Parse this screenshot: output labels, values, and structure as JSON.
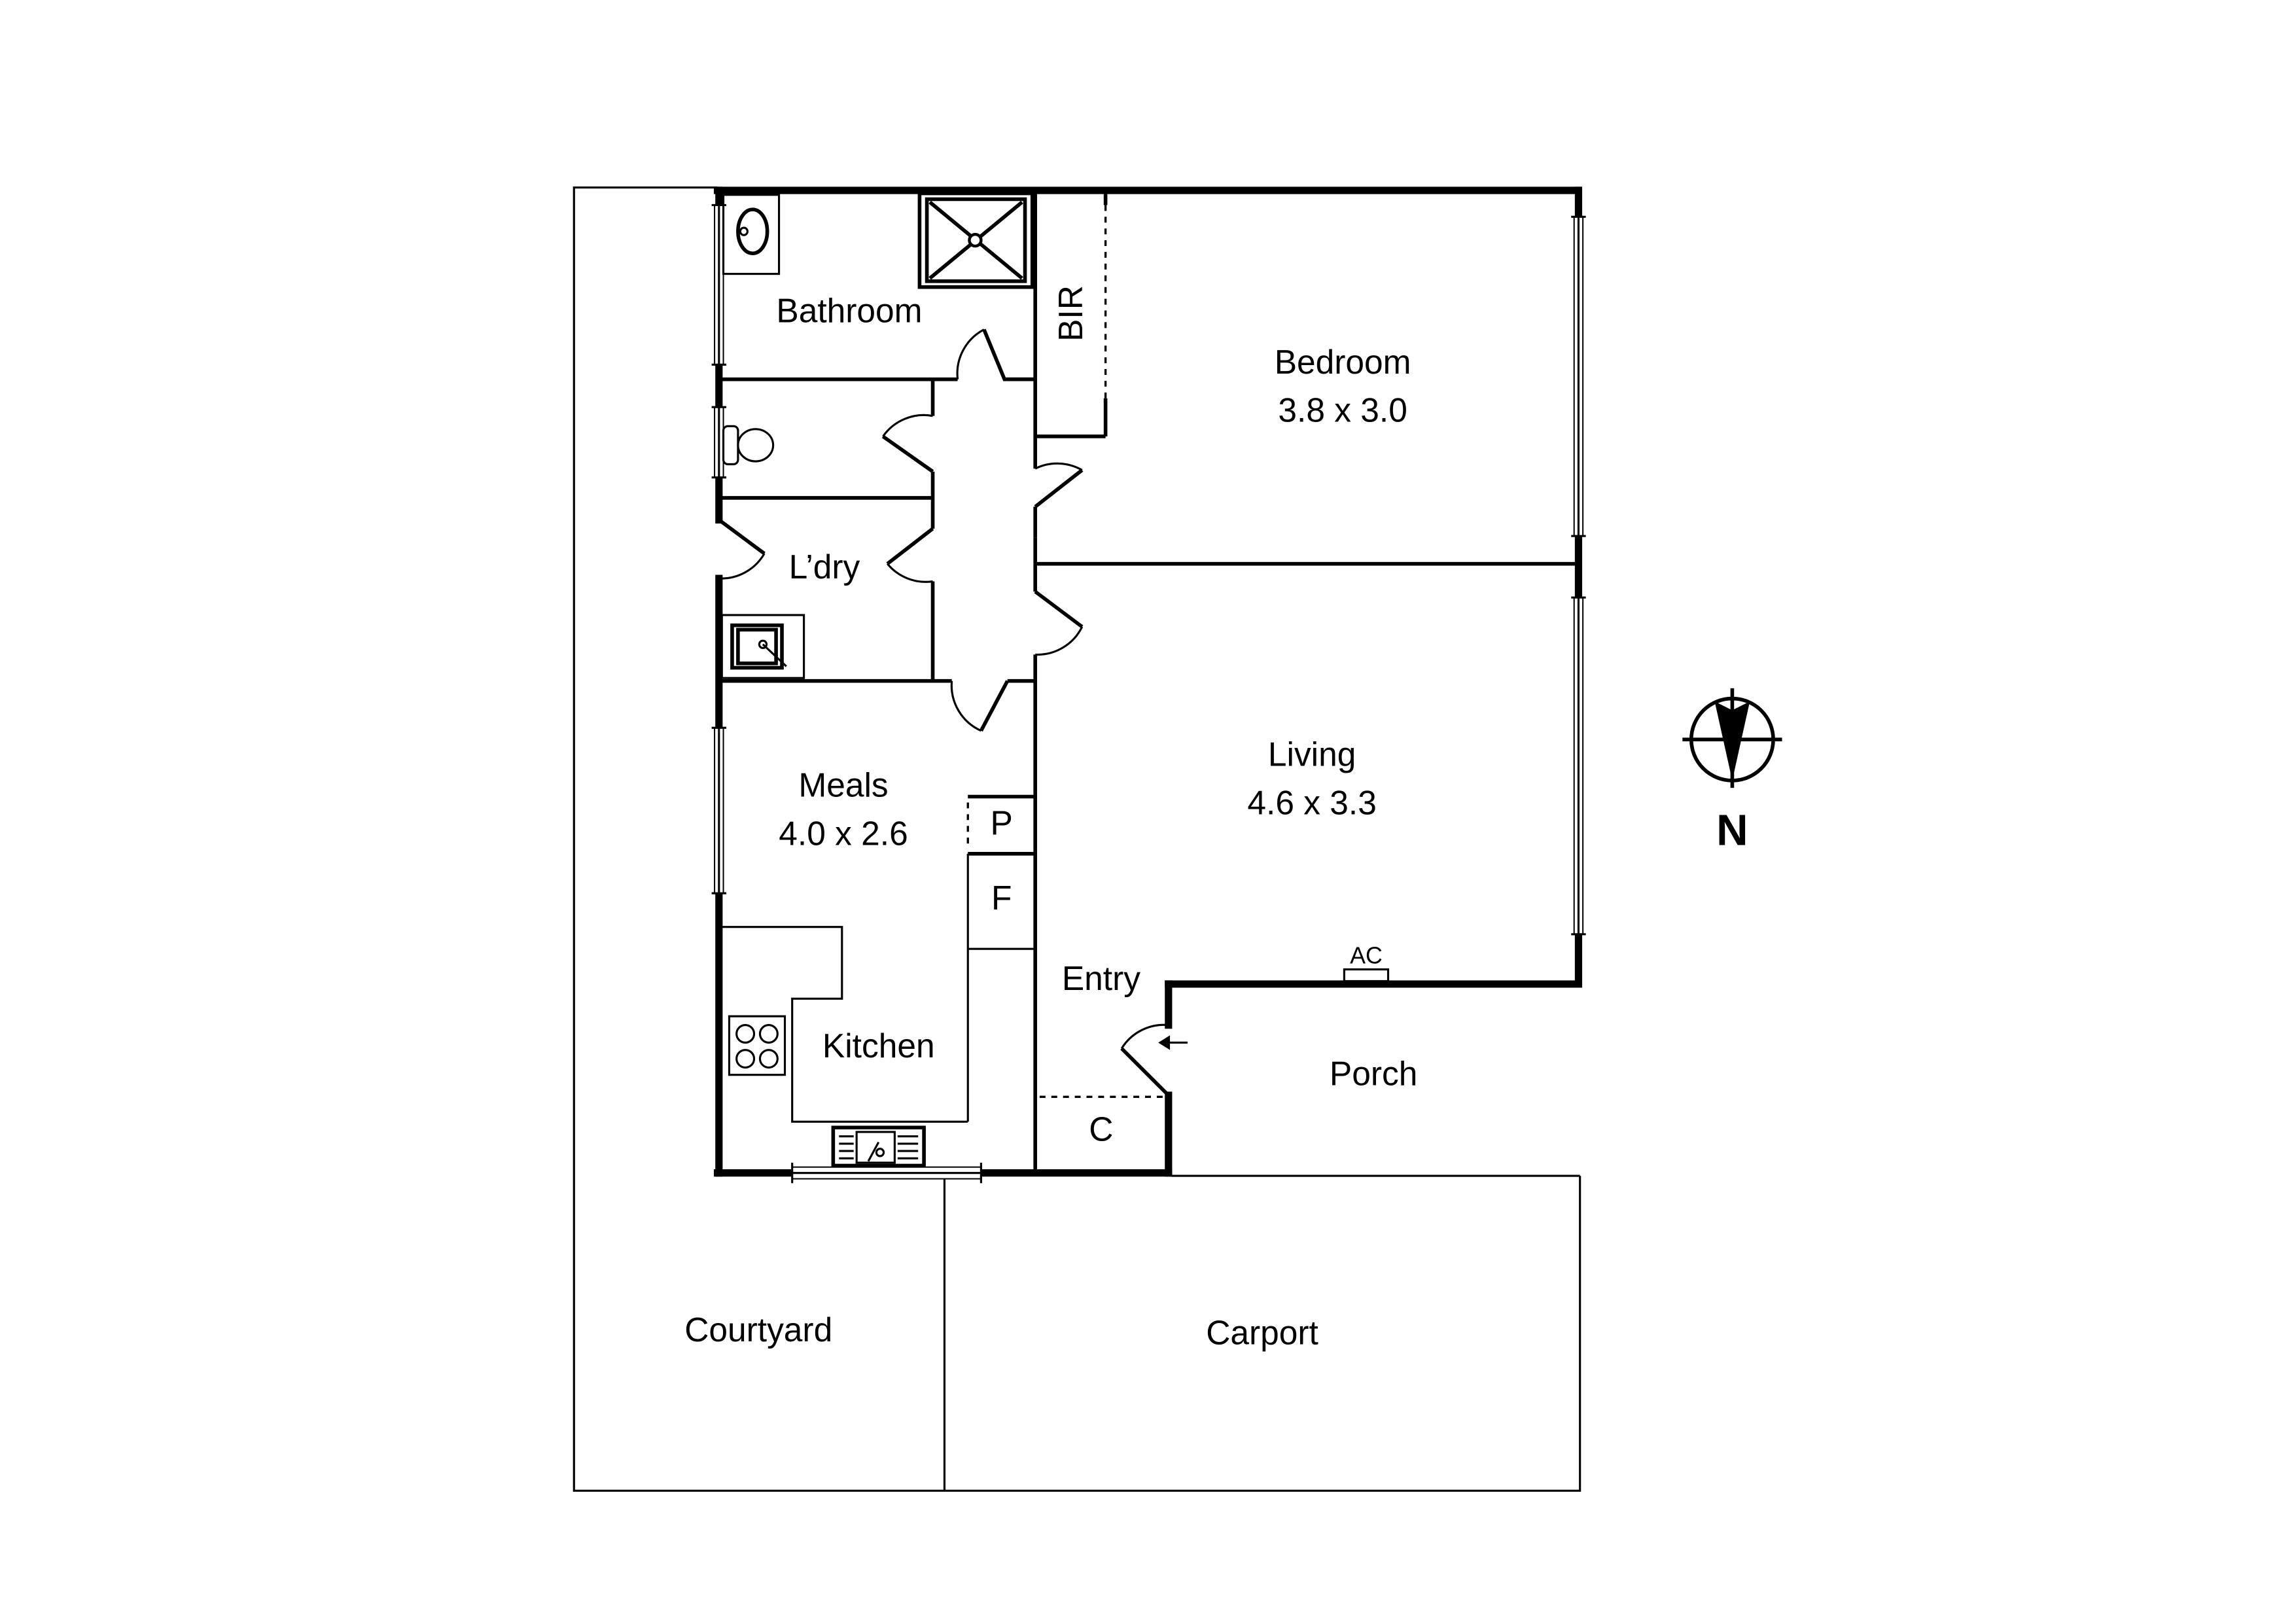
{
  "plan": {
    "rooms": {
      "bathroom": {
        "name": "Bathroom"
      },
      "bir": {
        "name": "BIR"
      },
      "bedroom": {
        "name": "Bedroom",
        "dims": "3.8 x 3.0"
      },
      "laundry": {
        "name": "L’dry"
      },
      "meals": {
        "name": "Meals",
        "dims": "4.0 x 2.6"
      },
      "pantry": {
        "name": "P"
      },
      "fridge": {
        "name": "F"
      },
      "kitchen": {
        "name": "Kitchen"
      },
      "living": {
        "name": "Living",
        "dims": "4.6 x 3.3"
      },
      "entry": {
        "name": "Entry"
      },
      "closet": {
        "name": "C"
      },
      "porch": {
        "name": "Porch"
      },
      "courtyard": {
        "name": "Courtyard"
      },
      "carport": {
        "name": "Carport"
      }
    },
    "fixtures": {
      "ac": {
        "label": "AC"
      }
    },
    "compass": {
      "label": "N",
      "icon": "north-arrow-icon"
    },
    "colors": {
      "line": "#000000",
      "background": "#ffffff"
    }
  }
}
